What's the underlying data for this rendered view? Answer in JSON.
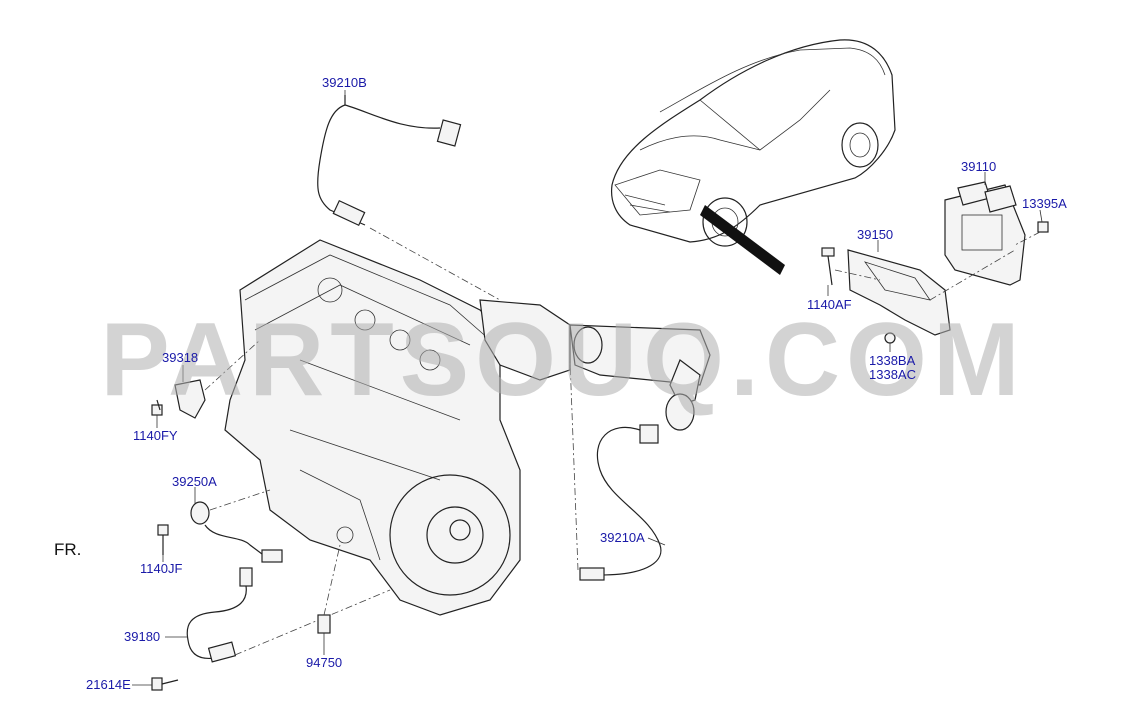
{
  "diagram": {
    "orientation_label": "FR.",
    "watermark_text": "PARTSOUQ.COM",
    "colors": {
      "label": "#1a1aa8",
      "line": "#222222",
      "watermark": "#afafaf"
    },
    "part_labels": {
      "p39210B": "39210B",
      "p39110": "39110",
      "p13395A": "13395A",
      "p39150": "39150",
      "p1140AF": "1140AF",
      "p1338BA": "1338BA",
      "p1338AC": "1338AC",
      "p39318": "39318",
      "p1140FY": "1140FY",
      "p39250A": "39250A",
      "p1140JF": "1140JF",
      "p39210A": "39210A",
      "p39180": "39180",
      "p94750": "94750",
      "p21614E": "21614E"
    }
  }
}
